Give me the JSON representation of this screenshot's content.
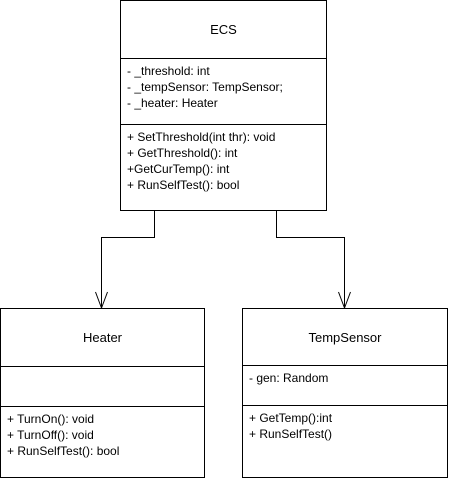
{
  "classes": {
    "ecs": {
      "name": "ECS",
      "attributes": [
        "- _threshold: int",
        "- _tempSensor: TempSensor;",
        "- _heater: Heater"
      ],
      "operations": [
        "+ SetThreshold(int thr): void",
        "+ GetThreshold(): int",
        "+GetCurTemp(): int",
        "+ RunSelfTest(): bool"
      ]
    },
    "heater": {
      "name": "Heater",
      "attributes": [],
      "operations": [
        "+ TurnOn(): void",
        "+ TurnOff(): void",
        "+ RunSelfTest(): bool"
      ]
    },
    "tempsensor": {
      "name": "TempSensor",
      "attributes": [
        "- gen: Random"
      ],
      "operations": [
        "+ GetTemp():int",
        "+ RunSelfTest()"
      ]
    }
  },
  "colors": {
    "line": "#000000",
    "background": "#ffffff"
  }
}
